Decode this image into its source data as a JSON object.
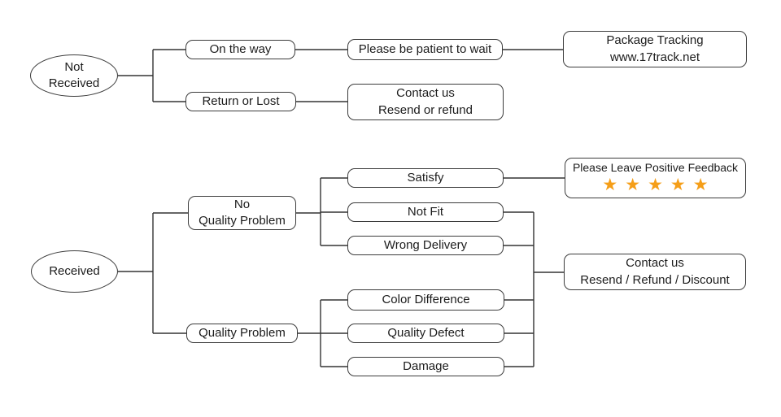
{
  "colors": {
    "line": "#333333",
    "border": "#3c3c3c",
    "text": "#1c1c1c",
    "star": "#F59E18",
    "background": "#ffffff"
  },
  "nodes": {
    "not_received": "Not\nReceived",
    "on_the_way": "On the way",
    "be_patient": "Please be patient to wait",
    "package_tracking": "Package Tracking\nwww.17track.net",
    "return_or_lost": "Return or Lost",
    "contact_resend": "Contact us\nResend or refund",
    "received": "Received",
    "no_quality_problem": "No\nQuality Problem",
    "quality_problem": "Quality Problem",
    "satisfy": "Satisfy",
    "not_fit": "Not Fit",
    "wrong_delivery": "Wrong Delivery",
    "color_difference": "Color Difference",
    "quality_defect": "Quality Defect",
    "damage": "Damage",
    "positive_feedback": {
      "label": "Please Leave Positive Feedback",
      "stars_label": "★★★★★",
      "star_count": 5
    },
    "contact_discount": "Contact us\nResend / Refund / Discount"
  }
}
